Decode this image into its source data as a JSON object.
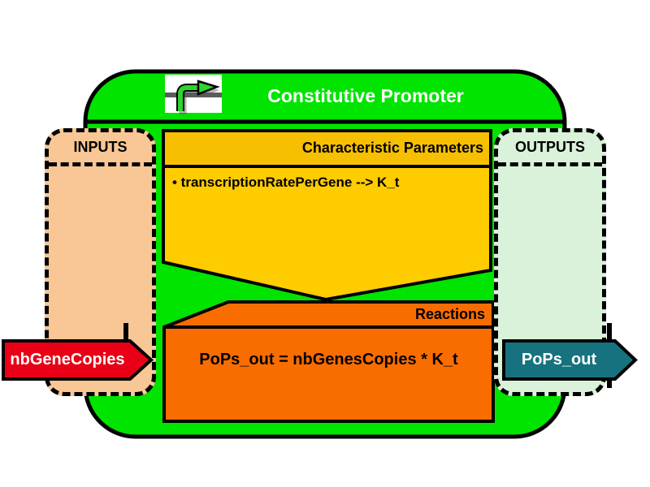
{
  "header": {
    "title": "Constitutive Promoter",
    "icon": "promoter-glyph-icon"
  },
  "inputs_panel": {
    "label": "INPUTS"
  },
  "outputs_panel": {
    "label": "OUTPUTS"
  },
  "parameters_box": {
    "title": "Characteristic Parameters",
    "items": [
      "• transcriptionRatePerGene --> K_t"
    ]
  },
  "reactions_box": {
    "title": "Reactions",
    "equation": "PoPs_out = nbGenesCopies * K_t"
  },
  "input_arrow": {
    "label": "nbGeneCopies"
  },
  "output_arrow": {
    "label": "PoPs_out"
  },
  "colors": {
    "container-green": "#00e400",
    "params-header-yellow": "#f6c000",
    "params-body-yellow": "#ffcc00",
    "reactions-orange": "#f96d00",
    "inputs-peach": "#f8c795",
    "outputs-mint": "#d9f2d9",
    "input-red": "#e90016",
    "output-teal": "#17727f",
    "icon-green": "#2dd42d",
    "title-white": "#ffffff",
    "outline-black": "#000000"
  }
}
